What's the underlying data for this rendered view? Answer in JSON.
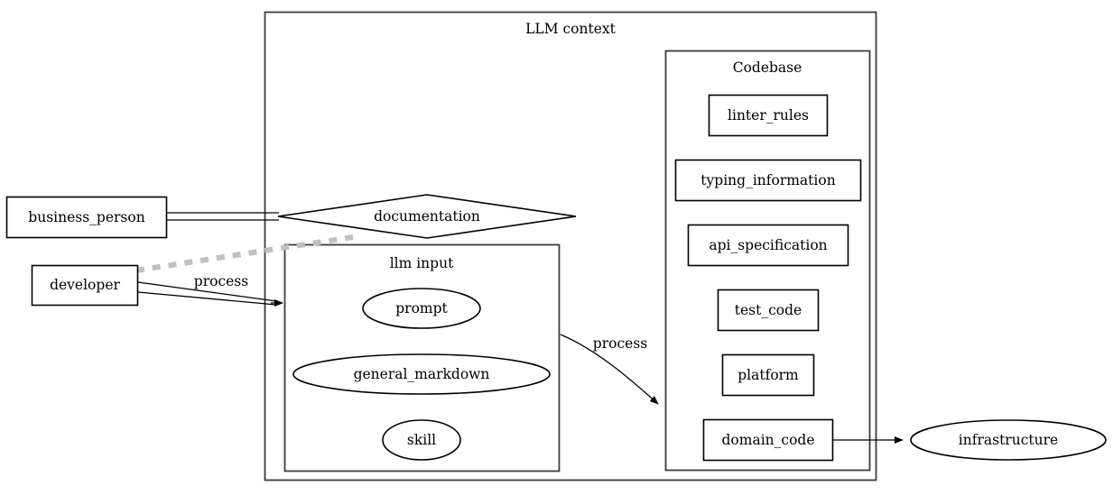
{
  "diagram": {
    "type": "graphviz-flow-diagram",
    "background": "#ffffff",
    "line_color": "#000000",
    "cluster_border_color": "#3c3c3c",
    "dotted_edge_color": "#c0c0c0",
    "clusters": [
      {
        "id": "llm_context",
        "label": "LLM context"
      },
      {
        "id": "codebase",
        "label": "Codebase"
      },
      {
        "id": "llm_input",
        "label": "llm input"
      }
    ],
    "nodes": {
      "business_person": {
        "label": "business_person",
        "shape": "box"
      },
      "developer": {
        "label": "developer",
        "shape": "box"
      },
      "documentation": {
        "label": "documentation",
        "shape": "diamond"
      },
      "prompt": {
        "label": "prompt",
        "shape": "ellipse"
      },
      "general_markdown": {
        "label": "general_markdown",
        "shape": "ellipse"
      },
      "skill": {
        "label": "skill",
        "shape": "ellipse"
      },
      "linter_rules": {
        "label": "linter_rules",
        "shape": "box"
      },
      "typing_information": {
        "label": "typing_information",
        "shape": "box"
      },
      "api_specification": {
        "label": "api_specification",
        "shape": "box"
      },
      "test_code": {
        "label": "test_code",
        "shape": "box"
      },
      "platform": {
        "label": "platform",
        "shape": "box"
      },
      "domain_code": {
        "label": "domain_code",
        "shape": "box"
      },
      "infrastructure": {
        "label": "infrastructure",
        "shape": "ellipse"
      }
    },
    "edges": [
      {
        "id": "business-to-documentation",
        "from": "business_person",
        "to": "documentation",
        "label": "",
        "style": "double-line"
      },
      {
        "id": "developer-to-documentation",
        "from": "developer",
        "to": "documentation",
        "label": "",
        "style": "dotted-gray"
      },
      {
        "id": "developer-to-llm-input",
        "from": "developer",
        "to": "llm_input",
        "label": "process",
        "style": "double-line-arrow"
      },
      {
        "id": "llm-input-to-codebase",
        "from": "llm_input",
        "to": "codebase",
        "label": "process",
        "style": "curved-arrow"
      },
      {
        "id": "domain-code-to-infrastructure",
        "from": "domain_code",
        "to": "infrastructure",
        "label": "",
        "style": "arrow"
      }
    ],
    "edge_labels": {
      "process_left": "process",
      "process_right": "process"
    }
  }
}
